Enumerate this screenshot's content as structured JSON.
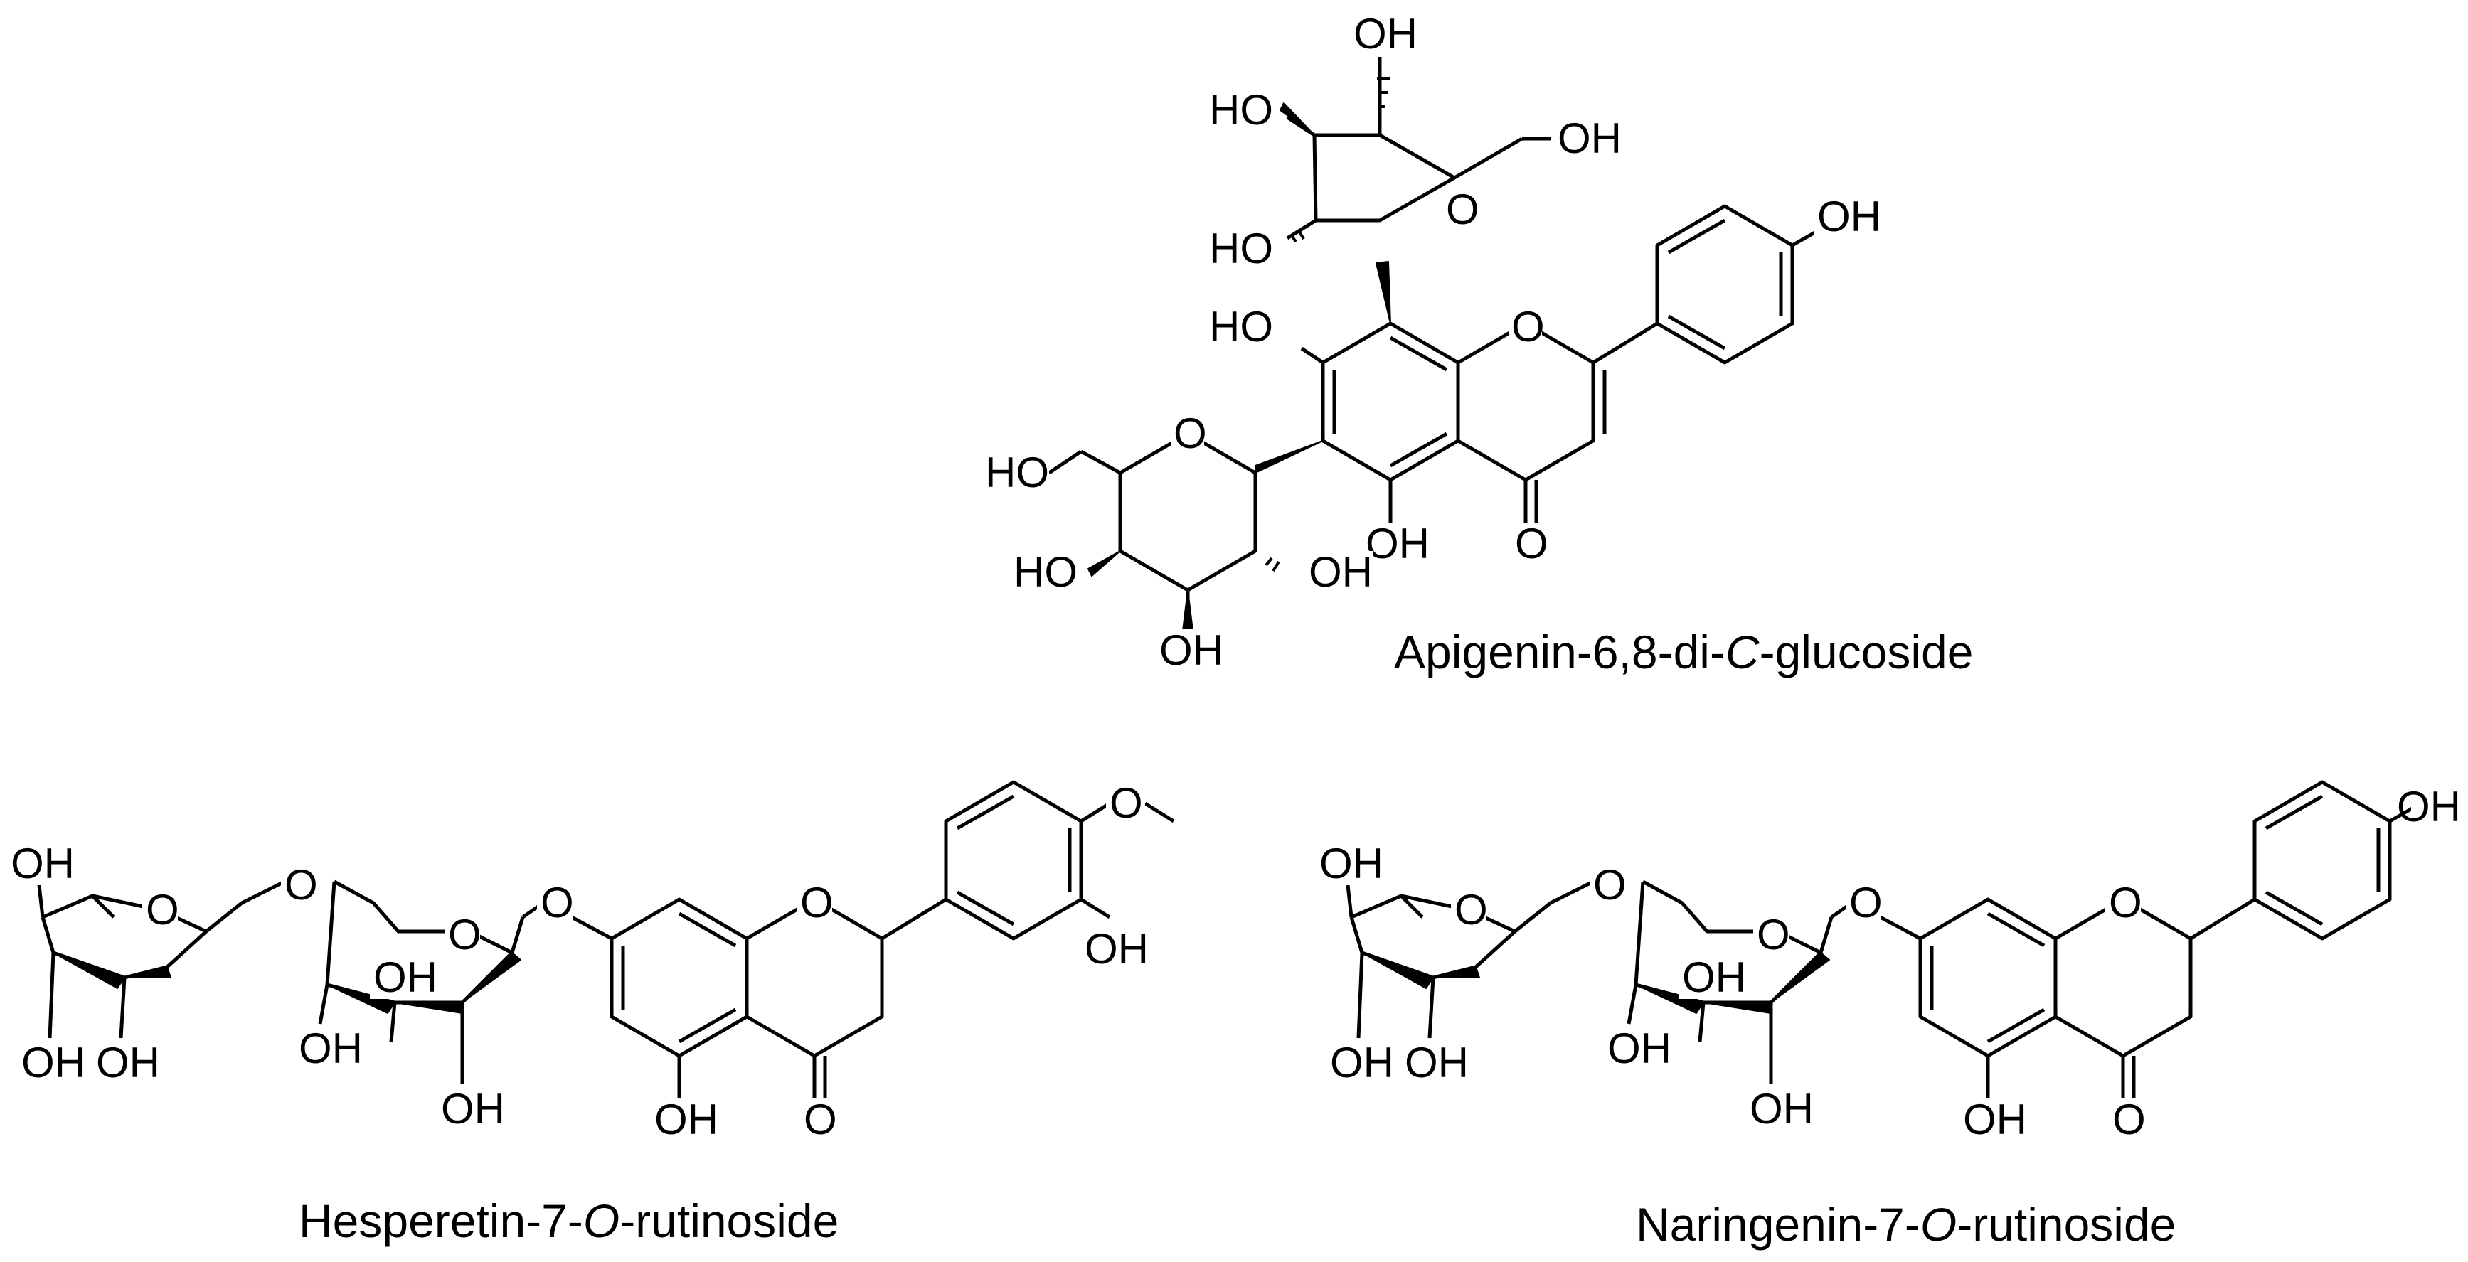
{
  "molecules": [
    {
      "caption": [
        "Apigenin-6,8-di-",
        "C",
        "-glucoside"
      ],
      "atoms": {
        "top_glc_oh1": "OH",
        "top_glc_oh2": "HO",
        "top_glc_ch2oh": "OH",
        "top_glc_ring_o": "O",
        "top_glc_oh3": "HO",
        "a7_oh": "HO",
        "c_ring_o": "O",
        "b4_oh": "OH",
        "bot_glc_ring_o": "O",
        "bot_glc_ch2oh": "HO",
        "a5_oh": "OH",
        "c4_o": "O",
        "bot_glc_oh1": "HO",
        "bot_glc_oh2": "OH",
        "bot_glc_oh3": "OH"
      }
    },
    {
      "caption": [
        "Hesperetin-7-",
        "O",
        "-rutinoside"
      ],
      "atoms": {
        "rha_oh_top": "OH",
        "rha_ring_o": "O",
        "link_o": "O",
        "glc_ring_o": "O",
        "glc_oh_inner": "OH",
        "glyc_o": "O",
        "c_ring_o": "O",
        "ome_o": "O",
        "b3_oh": "OH",
        "rha_oh1": "OH",
        "rha_oh2": "OH",
        "glc_oh1": "OH",
        "glc_oh2": "OH",
        "a5_oh": "OH",
        "c4_o": "O"
      }
    },
    {
      "caption": [
        "Naringenin-7-",
        "O",
        "-rutinoside"
      ],
      "atoms": {
        "rha_oh_top": "OH",
        "rha_ring_o": "O",
        "link_o": "O",
        "glc_ring_o": "O",
        "glc_oh_inner": "OH",
        "glyc_o": "O",
        "c_ring_o": "O",
        "b4_oh": "OH",
        "rha_oh1": "OH",
        "rha_oh2": "OH",
        "glc_oh1": "OH",
        "glc_oh2": "OH",
        "a5_oh": "OH",
        "c4_o": "O"
      }
    }
  ]
}
